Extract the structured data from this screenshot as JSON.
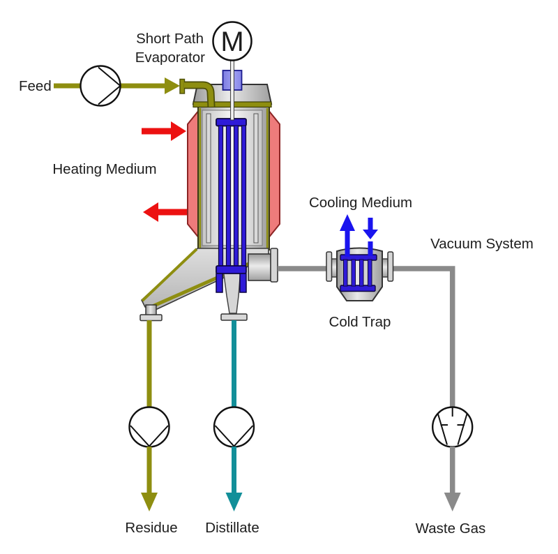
{
  "diagram": {
    "title": "Short Path Evaporator",
    "labels": {
      "unit_line1": "Short Path",
      "unit_line2": "Evaporator",
      "motor": "M",
      "feed": "Feed",
      "heating_medium": "Heating Medium",
      "cooling_medium": "Cooling Medium",
      "vacuum_system": "Vacuum System",
      "cold_trap": "Cold Trap",
      "residue": "Residue",
      "distillate": "Distillate",
      "waste_gas": "Waste Gas"
    },
    "colors": {
      "feed_residue": "#8e8e10",
      "feed_residue_dark": "#4c4e08",
      "distillate": "#128f99",
      "heating": "#ec1111",
      "cooling": "#1a14ee",
      "rotor_blue": "#2f1bd8",
      "rotor_blue_dark": "#0c0540",
      "vacuum_gray": "#8a8a8a",
      "jacket_pink": "#ee7b7b",
      "jacket_border": "#8c2424",
      "housing_periwinkle": "#9191ee",
      "text": "#1d1d1d"
    }
  }
}
